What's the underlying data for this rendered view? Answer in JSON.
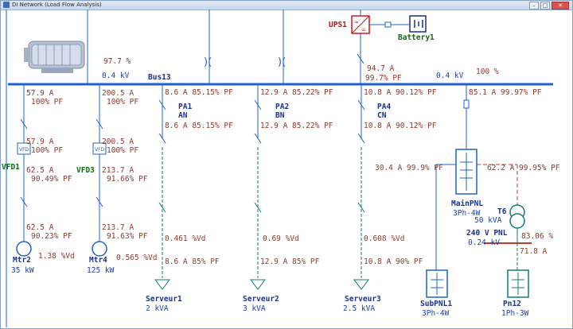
{
  "window": {
    "title": "DI Network (Load Flow Analysis)"
  },
  "colors": {
    "bus": "#1f63c9",
    "pf_text": "#8b3a2e",
    "kv_text": "#1f3ea8",
    "vfd_label": "#0b6b10",
    "ups_label": "#b3131a",
    "dashed_red": "#c0392b",
    "teal": "#147a7a"
  },
  "motor": {
    "voltage_pct": "97.7 %",
    "kv": "0.4 kV"
  },
  "bus13": {
    "label": "Bus13",
    "right_kv": "0.4 kV",
    "right_pct": "100 %"
  },
  "ups": {
    "label": "UPS1",
    "current": "94.7 A",
    "pf": "99.7% PF"
  },
  "battery": {
    "label": "Battery1"
  },
  "feeders": {
    "f1": {
      "top_a": "57.9 A",
      "top_pf": "100% PF",
      "mid_a": "57.9 A",
      "mid_pf": "100% PF",
      "vfd_label": "VFD1",
      "low_a": "62.5 A",
      "low_pf": "90.49% PF",
      "bot_a": "62.5 A",
      "bot_pf": "90.23% PF",
      "vd": "1.38 %Vd",
      "name": "Mtr2",
      "rating": "35 kW"
    },
    "f2": {
      "top_a": "200.5 A",
      "top_pf": "100% PF",
      "mid_a": "200.5 A",
      "mid_pf": "100% PF",
      "vfd_label": "VFD3",
      "low_a": "213.7 A",
      "low_pf": "91.66% PF",
      "bot_a": "213.7 A",
      "bot_pf": "91.63% PF",
      "vd": "0.565 %Vd",
      "name": "Mtr4",
      "rating": "125 kW"
    },
    "f3": {
      "top": "8.6 A 85.15% PF",
      "pa_label": "PA1",
      "phase": "AN",
      "mid": "8.6 A 85.15% PF",
      "vd": "0.461 %Vd",
      "bot": "8.6 A 85% PF",
      "name": "Serveur1",
      "rating": "2 kVA"
    },
    "f4": {
      "top": "12.9 A 85.22% PF",
      "pa_label": "PA2",
      "phase": "BN",
      "mid": "12.9 A 85.22% PF",
      "vd": "0.69 %Vd",
      "bot": "12.9 A 85% PF",
      "name": "Serveur2",
      "rating": "3 kVA"
    },
    "f5": {
      "top": "10.8 A 90.12% PF",
      "pa_label": "PA4",
      "phase": "CN",
      "mid": "10.8 A 90.12% PF",
      "vd": "0.608 %Vd",
      "bot": "10.8 A 90% PF",
      "name": "Serveur3",
      "rating": "2.5 kVA"
    },
    "f6": {
      "top": "85.1 A 99.97% PF"
    }
  },
  "mainpnl": {
    "name": "MainPNL",
    "type": "3Ph-4W",
    "left_flow": "30.4 A 99.9% PF",
    "right_flow": "62.2 A 99.95% PF"
  },
  "t6": {
    "name": "T6",
    "rating": "50 kVA",
    "pct": "83.06 %",
    "current": "71.8 A"
  },
  "pnl240": {
    "label": "240 V PNL",
    "kv": "0.24 kV"
  },
  "subpnl": {
    "name": "SubPNL1",
    "type": "3Ph-4W"
  },
  "pn12": {
    "name": "Pn12",
    "type": "1Ph-3W"
  },
  "vfd_box": "VFD"
}
